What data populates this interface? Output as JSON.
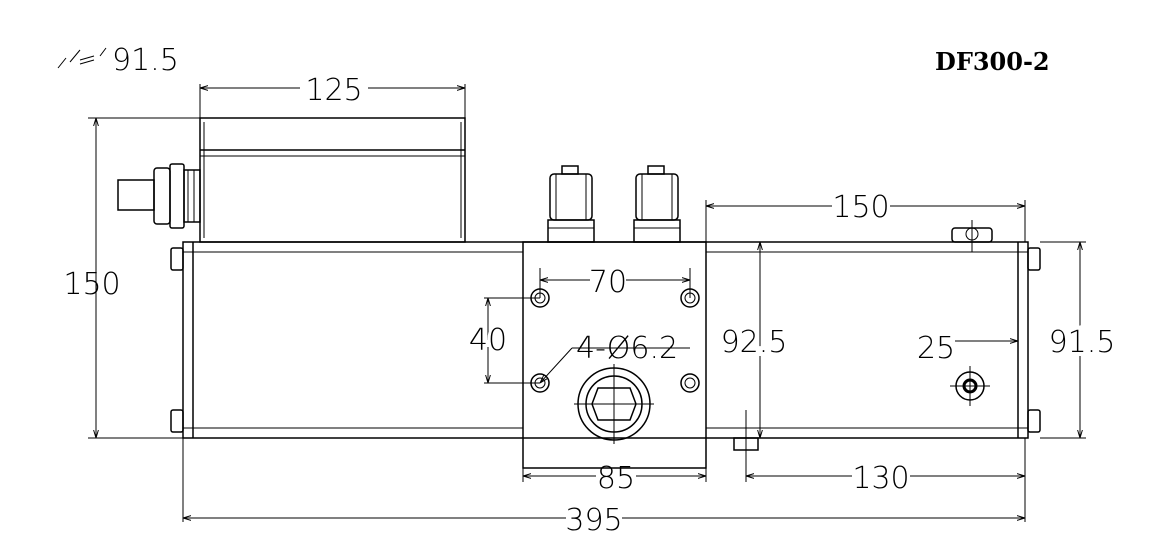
{
  "drawing": {
    "model": "DF300-2",
    "corner_note": "91.5",
    "dims": {
      "top_width": "125",
      "overall_height": "150",
      "right_offset": "150",
      "hole_spacing_x": "70",
      "hole_spacing_y": "40",
      "holes": "4-Ø6.2",
      "plate_height": "92.5",
      "port_offset": "25",
      "body_height": "91.5",
      "plate_width": "85",
      "right_bottom": "130",
      "overall_length": "395"
    }
  }
}
